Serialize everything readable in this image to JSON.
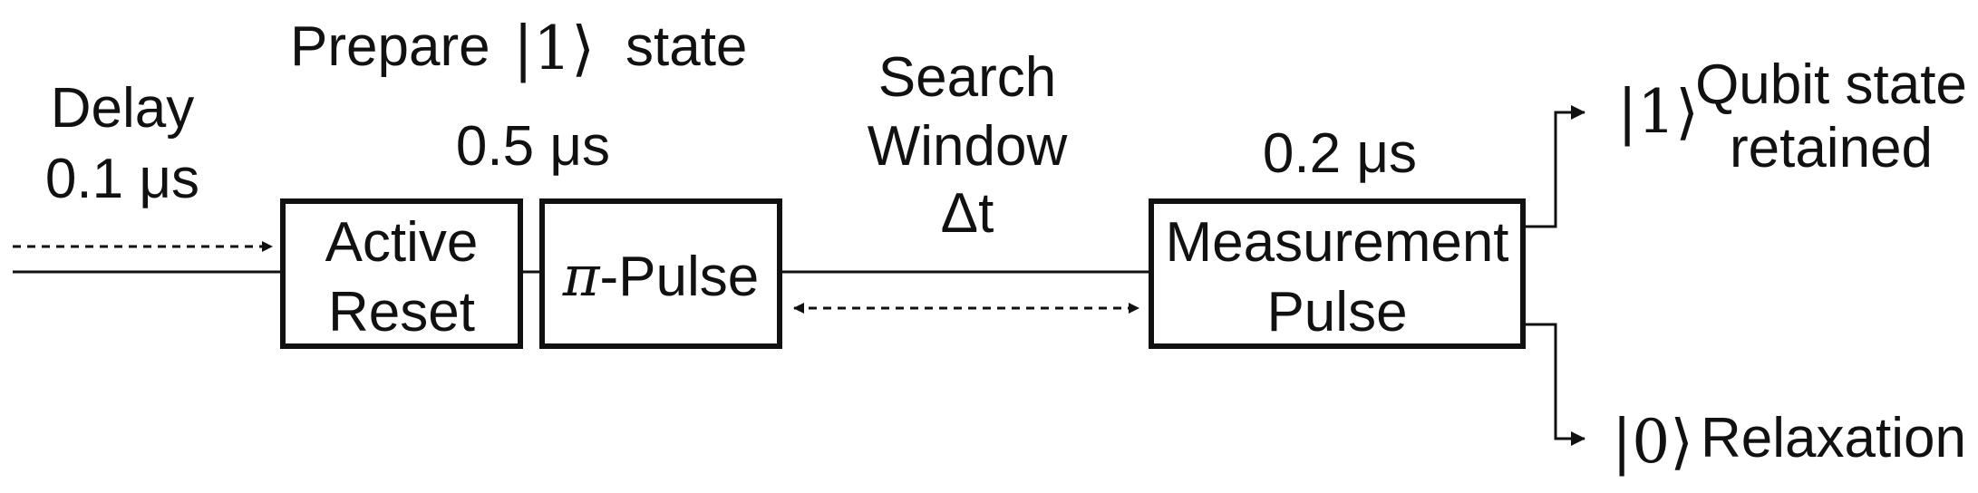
{
  "labels": {
    "delay_line1": "Delay",
    "delay_line2": "0.1 μs",
    "prepare_word": "Prepare",
    "prepare_ket": "|1⟩",
    "prepare_state": "state",
    "prep_duration": "0.5 μs",
    "search_line1": "Search",
    "search_line2": "Window",
    "search_line3": "Δt",
    "meas_duration": "0.2 μs",
    "retained_ket": "|1⟩",
    "retained_line1": "Qubit state",
    "retained_line2": "retained",
    "relax_ket": "|0⟩",
    "relax_label": "Relaxation"
  },
  "boxes": {
    "reset_line1": "Active",
    "reset_line2": "Reset",
    "pi_symbol": "π",
    "pi_rest": "-Pulse",
    "meas_line1": "Measurement",
    "meas_line2": "Pulse"
  }
}
